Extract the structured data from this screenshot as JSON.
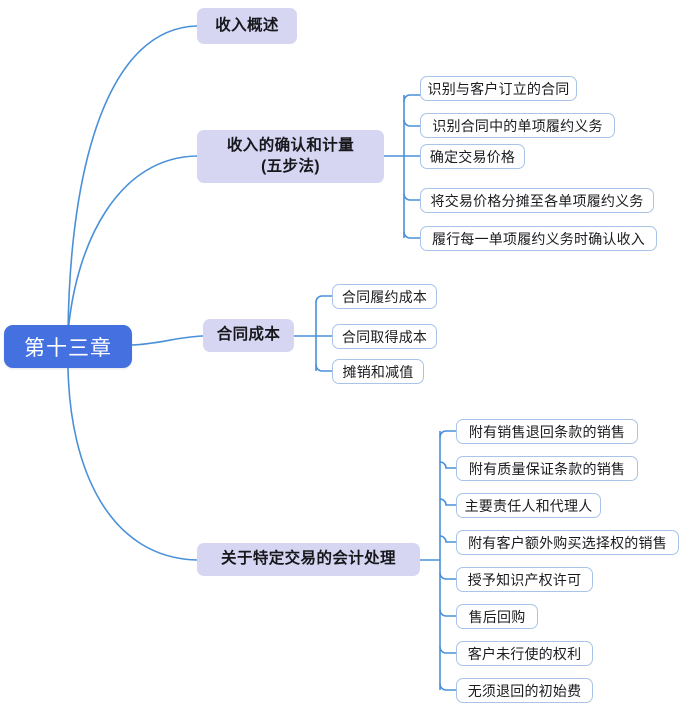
{
  "diagram": {
    "title": "第十三章",
    "type": "mindmap",
    "colors": {
      "root_fill": "#4470e0",
      "root_text": "#ffffff",
      "branch_fill": "#d6d6f2",
      "branch_text": "#17171c",
      "leaf_fill": "#ffffff",
      "leaf_border": "#a9c4e8",
      "leaf_text": "#1b1b1f",
      "connector": "#4a90d9",
      "background": "#ffffff"
    }
  },
  "root": {
    "label": "第十三章"
  },
  "branches": [
    {
      "label": "收入概述",
      "label_line1": "收入概述",
      "label_line2": "",
      "children": []
    },
    {
      "label": "收入的确认和计量(五步法)",
      "label_line1": "收入的确认和计量",
      "label_line2": "(五步法)",
      "children": [
        {
          "label": "识别与客户订立的合同"
        },
        {
          "label": "识别合同中的单项履约义务"
        },
        {
          "label": "确定交易价格"
        },
        {
          "label": "将交易价格分摊至各单项履约义务"
        },
        {
          "label": "履行每一单项履约义务时确认收入"
        }
      ]
    },
    {
      "label": "合同成本",
      "label_line1": "合同成本",
      "label_line2": "",
      "children": [
        {
          "label": "合同履约成本"
        },
        {
          "label": "合同取得成本"
        },
        {
          "label": "摊销和减值"
        }
      ]
    },
    {
      "label": "关于特定交易的会计处理",
      "label_line1": "关于特定交易的会计处理",
      "label_line2": "",
      "children": [
        {
          "label": "附有销售退回条款的销售"
        },
        {
          "label": "附有质量保证条款的销售"
        },
        {
          "label": "主要责任人和代理人"
        },
        {
          "label": "附有客户额外购买选择权的销售"
        },
        {
          "label": "授予知识产权许可"
        },
        {
          "label": "售后回购"
        },
        {
          "label": "客户未行使的权利"
        },
        {
          "label": "无须退回的初始费"
        }
      ]
    }
  ]
}
